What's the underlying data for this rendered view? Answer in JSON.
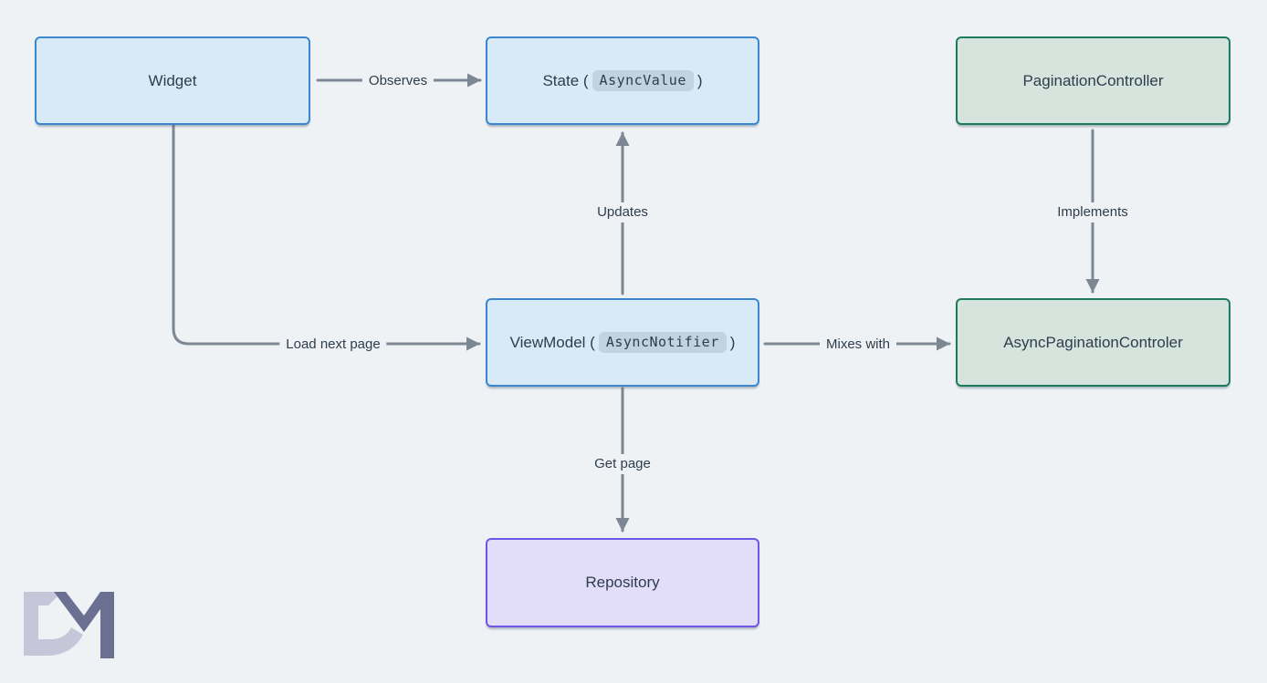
{
  "diagram": {
    "nodes": {
      "widget": {
        "label": "Widget"
      },
      "state": {
        "label_prefix": "State (",
        "code": "AsyncValue",
        "label_suffix": ")"
      },
      "pagination_controller": {
        "label": "PaginationController"
      },
      "viewmodel": {
        "label_prefix": "ViewModel (",
        "code": "AsyncNotifier",
        "label_suffix": ")"
      },
      "async_pagination_controler": {
        "label": "AsyncPaginationControler"
      },
      "repository": {
        "label": "Repository"
      }
    },
    "edges": {
      "observes": {
        "label": "Observes",
        "from": "widget",
        "to": "state"
      },
      "updates": {
        "label": "Updates",
        "from": "viewmodel",
        "to": "state"
      },
      "implements": {
        "label": "Implements",
        "from": "pagination_controller",
        "to": "async_pagination_controler"
      },
      "load_next_page": {
        "label": "Load next page",
        "from": "widget",
        "to": "viewmodel"
      },
      "mixes_with": {
        "label": "Mixes with",
        "from": "viewmodel",
        "to": "async_pagination_controler"
      },
      "get_page": {
        "label": "Get page",
        "from": "viewmodel",
        "to": "repository"
      }
    },
    "colors": {
      "background": "#eef2f5",
      "blue_fill": "#d8e9f7",
      "blue_border": "#3a87d0",
      "green_fill": "#d6e4de",
      "green_border": "#1e7a5c",
      "purple_fill": "#e2ddf9",
      "purple_border": "#6e56e8",
      "arrow": "#7d8794",
      "text": "#2e3d4c",
      "chip_bg": "rgba(119,131,143,0.22)",
      "logo_d": "#c5c7d9",
      "logo_m": "#6b7092"
    },
    "logo": {
      "letter_d": "D",
      "letter_m": "M"
    }
  }
}
